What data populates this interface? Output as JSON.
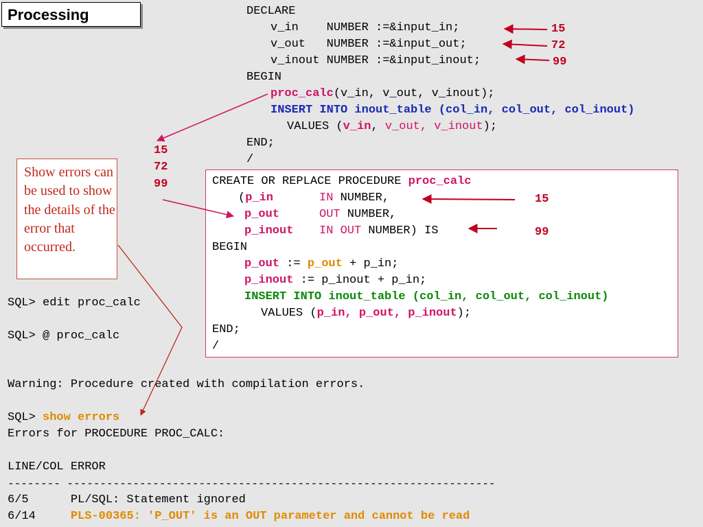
{
  "title": "Processing",
  "declare_block": {
    "l1": "DECLARE",
    "l2": "v_in    NUMBER :=&input_in;",
    "l3": "v_out   NUMBER :=&input_out;",
    "l4": "v_inout NUMBER :=&input_inout;",
    "l5": "BEGIN",
    "l6_fn": "proc_calc",
    "l6_rest": "(v_in, v_out, v_inout);",
    "l7": "INSERT INTO inout_table (col_in, col_out, col_inout)",
    "l8_a": "VALUES (",
    "l8_v1": "v_in",
    "l8_sep": ", ",
    "l8_v2": "v_out, v_inout",
    "l8_end": ");",
    "l9": "END;",
    "l10": "/"
  },
  "declare_values": [
    "15",
    "72",
    "99"
  ],
  "left_values": [
    "15",
    "72",
    "99"
  ],
  "note": "Show errors can be used to show the details of the error that occurred.",
  "procedure": {
    "l1_a": "CREATE OR REPLACE PROCEDURE ",
    "l1_b": "proc_calc",
    "p1_paren": "(",
    "p1_name": "p_in",
    "p1_mode": "IN",
    "p1_type": " NUMBER,",
    "p2_name": "p_out",
    "p2_mode": "OUT",
    "p2_type": " NUMBER,",
    "p3_name": "p_inout",
    "p3_mode": "IN OUT",
    "p3_type": " NUMBER) IS",
    "begin": "BEGIN",
    "s1_a": "p_out",
    "s1_b": " := ",
    "s1_c": "p_out",
    "s1_d": " + p_in;",
    "s2_a": "p_inout",
    "s2_b": " := p_inout + p_in;",
    "s3": "INSERT INTO inout_table (col_in, col_out, col_inout)",
    "s4_a": "VALUES (",
    "s4_b": "p_in, p_out, p_inout",
    "s4_c": ");",
    "end": "END;",
    "slash": "/",
    "val_in": "15",
    "val_inout": "99"
  },
  "console": {
    "c1": "SQL> edit proc_calc",
    "c2": "SQL> @ proc_calc",
    "c3": "Warning: Procedure created with compilation errors.",
    "c4_prompt": "SQL> ",
    "c4_cmd": "show errors",
    "c5": "Errors for PROCEDURE PROC_CALC:",
    "c6": "LINE/COL ERROR",
    "c7": "-------- -----------------------------------------------------------------",
    "c8": "6/5      PL/SQL: Statement ignored",
    "c9_a": "6/14     ",
    "c9_b": "PLS-00365: 'P_OUT' is an OUT parameter and cannot be read"
  },
  "colors": {
    "pink": "#d01464",
    "blue": "#1a28b4",
    "green": "#0a8a0a",
    "orange": "#e08a00",
    "red_number": "#c0001e"
  }
}
